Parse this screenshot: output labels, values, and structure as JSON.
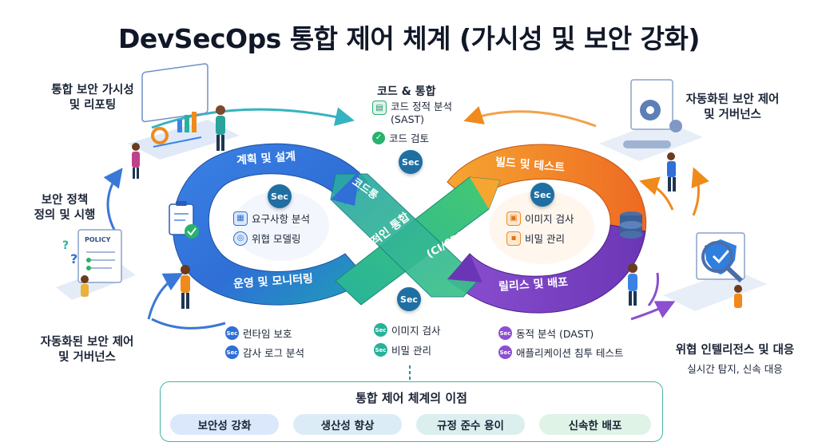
{
  "title": "DevSecOps 통합 제어 체계 (가시성 및 보안 강화)",
  "colors": {
    "blue": "#2f6fd6",
    "teal": "#27b39a",
    "orange": "#f08a1c",
    "purple": "#7f3fc0",
    "sec_badge": "#1f6fa3"
  },
  "left_top": {
    "label": "통합 보안 가시성\n및 리포팅",
    "icon": "dashboard-icon"
  },
  "left_mid": {
    "label": "보안 정책\n정의 및 시행",
    "icon": "policy-document-icon",
    "doc_text": "POLICY"
  },
  "left_bottom": {
    "label": "자동화된 보안 제어\n및 거버넌스"
  },
  "right_top": {
    "label": "자동화된 보안 제어\n및 거버넌스",
    "icon": "gear-pipeline-icon"
  },
  "right_bottom": {
    "label": "위협 인텔리전스 및 대응",
    "sub": "실시간 탐지, 신속 대응",
    "icon": "shield-magnifier-icon"
  },
  "top_center": {
    "title": "코드 & 통합",
    "items": [
      {
        "text": "코드 정적 분석\n(SAST)",
        "icon": "document-scan-icon"
      },
      {
        "text": "코드 검토",
        "icon": "check-icon"
      }
    ]
  },
  "sec_label": "Sec",
  "loop": {
    "plan": "계획 및 설계",
    "operate": "운영 및 모니터링",
    "code": "코드통",
    "build": "빌드 및 테스트",
    "release": "릴리스 및 배포",
    "ci": "지속적인 통합 & 제공",
    "cicd": "(CI/CD)"
  },
  "left_inner": [
    {
      "text": "요구사항 분석",
      "icon": "requirements-icon"
    },
    {
      "text": "위협 모델링",
      "icon": "threat-model-icon"
    }
  ],
  "right_inner": [
    {
      "text": "이미지 검사",
      "icon": "image-scan-icon"
    },
    {
      "text": "비밀 관리",
      "icon": "lock-icon"
    }
  ],
  "bottom_left": [
    {
      "text": "런타임 보호"
    },
    {
      "text": "감사 로그 분석"
    }
  ],
  "bottom_center": [
    {
      "text": "이미지 검사"
    },
    {
      "text": "비밀 관리"
    }
  ],
  "bottom_right": [
    {
      "text": "동적 분석 (DAST)"
    },
    {
      "text": "애플리케이션 침투 테스트"
    }
  ],
  "benefits": {
    "title": "통합 제어 체계의 이점",
    "items": [
      {
        "label": "보안성 강화",
        "color": "#dbe8fb"
      },
      {
        "label": "생산성 향상",
        "color": "#dcecf6"
      },
      {
        "label": "규정 준수 용이",
        "color": "#dcefef"
      },
      {
        "label": "신속한 배포",
        "color": "#dff3e7"
      }
    ]
  }
}
